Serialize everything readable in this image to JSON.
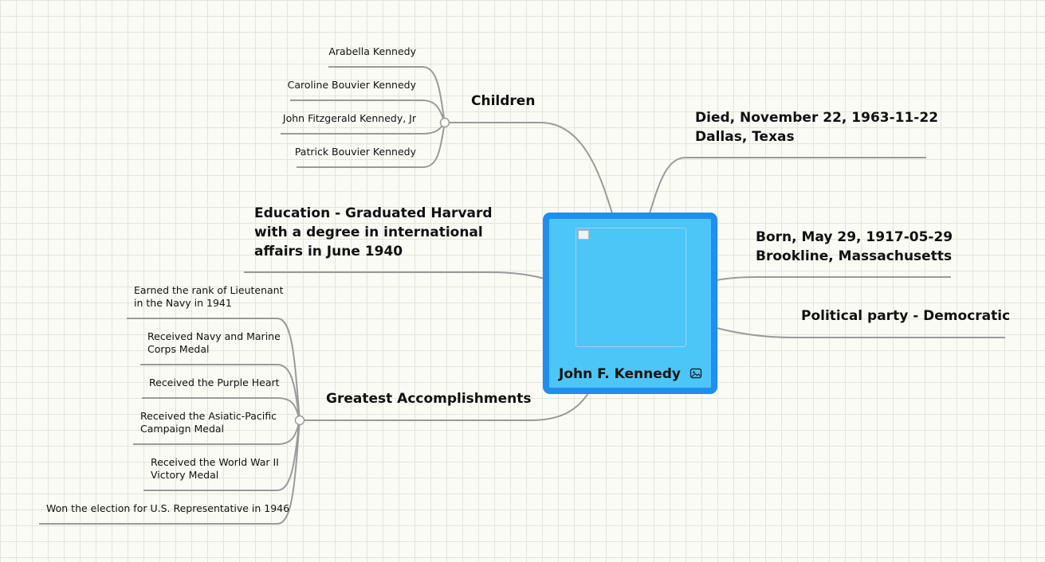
{
  "central": {
    "title": "John F. Kennedy",
    "icon": "image-icon"
  },
  "topics": {
    "children": {
      "label": "Children",
      "items": [
        "Arabella Kennedy",
        "Caroline Bouvier Kennedy",
        "John Fitzgerald Kennedy, Jr",
        "Patrick Bouvier Kennedy"
      ]
    },
    "died": {
      "lines": [
        "Died, November 22, 1963-11-22",
        "Dallas, Texas"
      ]
    },
    "born": {
      "lines": [
        "Born, May 29, 1917-05-29",
        "Brookline, Massachusetts"
      ]
    },
    "party": {
      "label": "Political party - Democratic"
    },
    "education": {
      "lines": [
        "Education - Graduated Harvard",
        "with a degree in international",
        "affairs in June 1940"
      ]
    },
    "accomplishments": {
      "label": "Greatest Accomplishments",
      "items": [
        [
          "Earned the rank of Lieutenant",
          "in the Navy in 1941"
        ],
        [
          "Received Navy and Marine",
          "Corps Medal"
        ],
        [
          "Received the Purple Heart"
        ],
        [
          "Received the Asiatic-Pacific",
          "Campaign Medal"
        ],
        [
          "Received the World War II",
          "Victory Medal"
        ],
        [
          "Won the election for U.S. Representative in 1946"
        ]
      ]
    }
  }
}
